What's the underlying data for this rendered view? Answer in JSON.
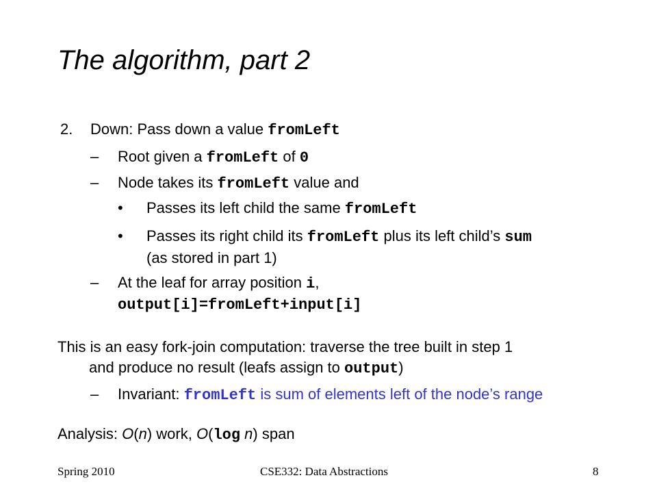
{
  "slide": {
    "title": "The algorithm, part 2",
    "item2": {
      "number": "2.",
      "text": "Down: Pass down a value ",
      "code": "fromLeft"
    },
    "root": {
      "dash": "–",
      "text1": "Root given a ",
      "code1": "fromLeft",
      "text2": " of ",
      "code2": "0"
    },
    "node": {
      "dash": "–",
      "text1": "Node takes its ",
      "code1": "fromLeft",
      "text2": " value and"
    },
    "left_child": {
      "bullet": "•",
      "text1": "Passes its left child the same ",
      "code1": "fromLeft"
    },
    "right_child": {
      "bullet": "•",
      "text1": "Passes its right child its ",
      "code1": "fromLeft",
      "text2": " plus its left child’s ",
      "code2": "sum",
      "line2": "(as stored in part 1)"
    },
    "leaf": {
      "dash": "–",
      "text1": "At the leaf for array position ",
      "code1": "i",
      "text2": ",",
      "code_line": "output[i]=fromLeft+input[i]"
    },
    "forkjoin": {
      "line1": "This is an easy fork-join computation: traverse the tree built in step 1",
      "line2_text": "and produce no result (leafs assign to ",
      "line2_code": "output",
      "line2_end": ")"
    },
    "invariant": {
      "dash": "–",
      "label": "Invariant: ",
      "code": "fromLeft",
      "rest": " is sum of elements left of the node’s range"
    },
    "analysis": {
      "t1": "Analysis: ",
      "o1": "O",
      "t2": "(",
      "n1": "n",
      "t3": ") work, ",
      "o2": "O",
      "t4": "(",
      "log": "log",
      "t5": " ",
      "n2": "n",
      "t6": ") span"
    },
    "footer": {
      "date": "Spring 2010",
      "course": "CSE332: Data Abstractions",
      "page": "8"
    },
    "colors": {
      "text": "#000000",
      "accent": "#3333cc",
      "background": "#ffffff"
    }
  }
}
